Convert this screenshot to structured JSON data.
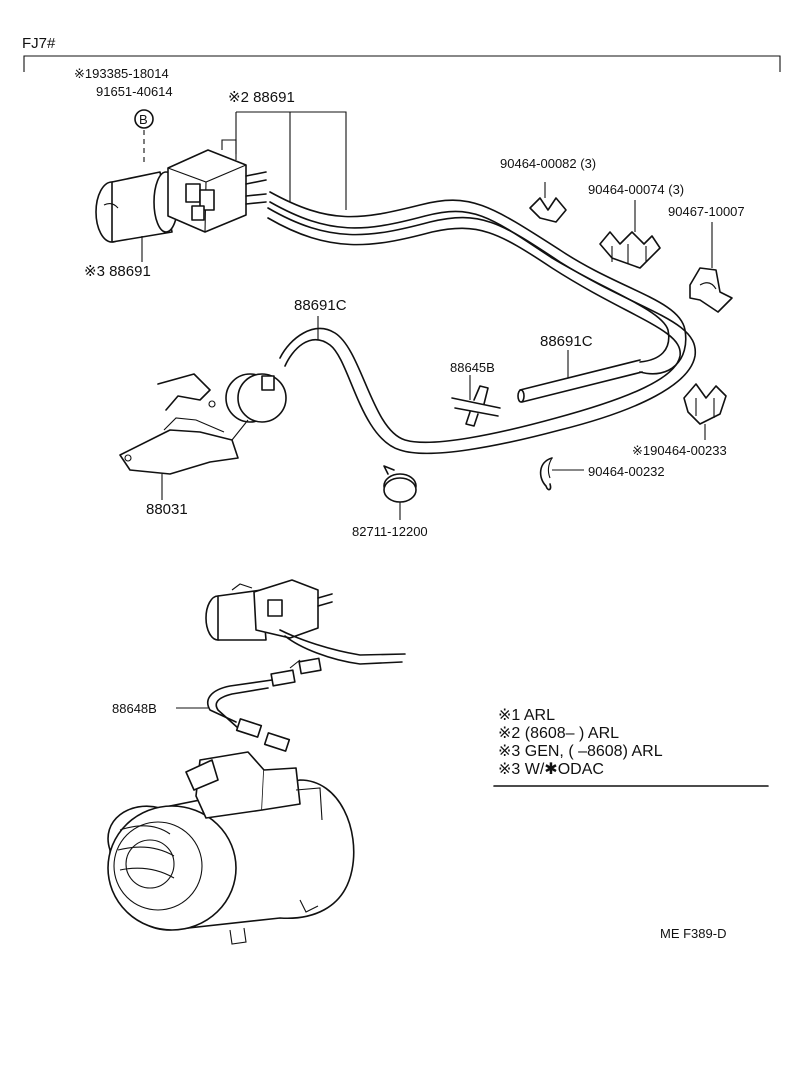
{
  "header": {
    "model": "FJ7#"
  },
  "callouts": {
    "vsv_upper_part1": "※193385-18014",
    "vsv_upper_part2": "91651-40614",
    "bolt_marker": "B",
    "vsv_hose_group": "※2 88691",
    "vsv_body": "※3 88691",
    "clip_a": "90464-00082 (3)",
    "clip_b": "90464-00074 (3)",
    "clip_c": "90467-10007",
    "hose_upper": "88691C",
    "actuator": "88031",
    "tee_joint": "88645B",
    "hose_right": "88691C",
    "clamp_right": "※190464-00233",
    "clip_small": "90464-00232",
    "hose_clamp": "82711-12200",
    "wire_harness": "88648B"
  },
  "legend": {
    "row1": "※1 ARL",
    "row2": "※2 (8608–        ) ARL",
    "row3": "※3 GEN, (        –8608) ARL",
    "row4": "※3 W/✱ODAC"
  },
  "footer": {
    "code": "ME  F389-D"
  }
}
